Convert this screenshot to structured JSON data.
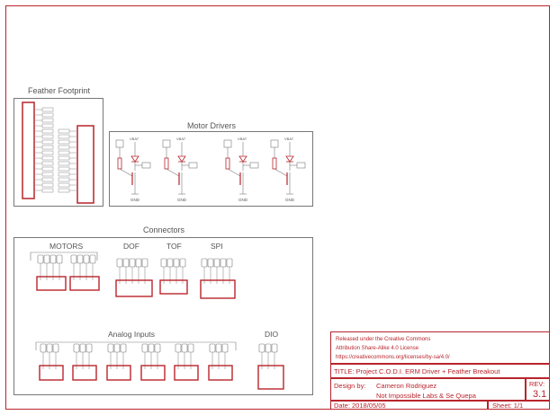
{
  "sections": {
    "feather": "Feather Footprint",
    "motor_drivers": "Motor Drivers",
    "connectors": "Connectors",
    "motors": "MOTORS",
    "dof": "DOF",
    "tof": "TOF",
    "spi": "SPI",
    "analog": "Analog Inputs",
    "dio": "DIO"
  },
  "motor_driver_labels": {
    "vbat": "VBAT",
    "gnd": "GND"
  },
  "title_block": {
    "license_line1": "Released under the Creative Commons",
    "license_line2": "Attribution Share-Alike 4.0 License",
    "license_line3": "https://creativecommons.org/licenses/by-sa/4.0/",
    "title": "TITLE:  Project C.O.D.I. ERM Driver + Feather Breakout",
    "design_by_label": "Design by:",
    "designer": "Cameron Rodriguez",
    "org": "Not Impossible Labs & Se Quepa",
    "rev_label": "REV:",
    "rev": "3.1",
    "date": "Date: 2018/05/05",
    "sheet": "Sheet: 1/1"
  },
  "colors": {
    "frame": "#b8242c",
    "part": "#b8242c",
    "wire": "#7a7a7a",
    "text": "#555555"
  }
}
